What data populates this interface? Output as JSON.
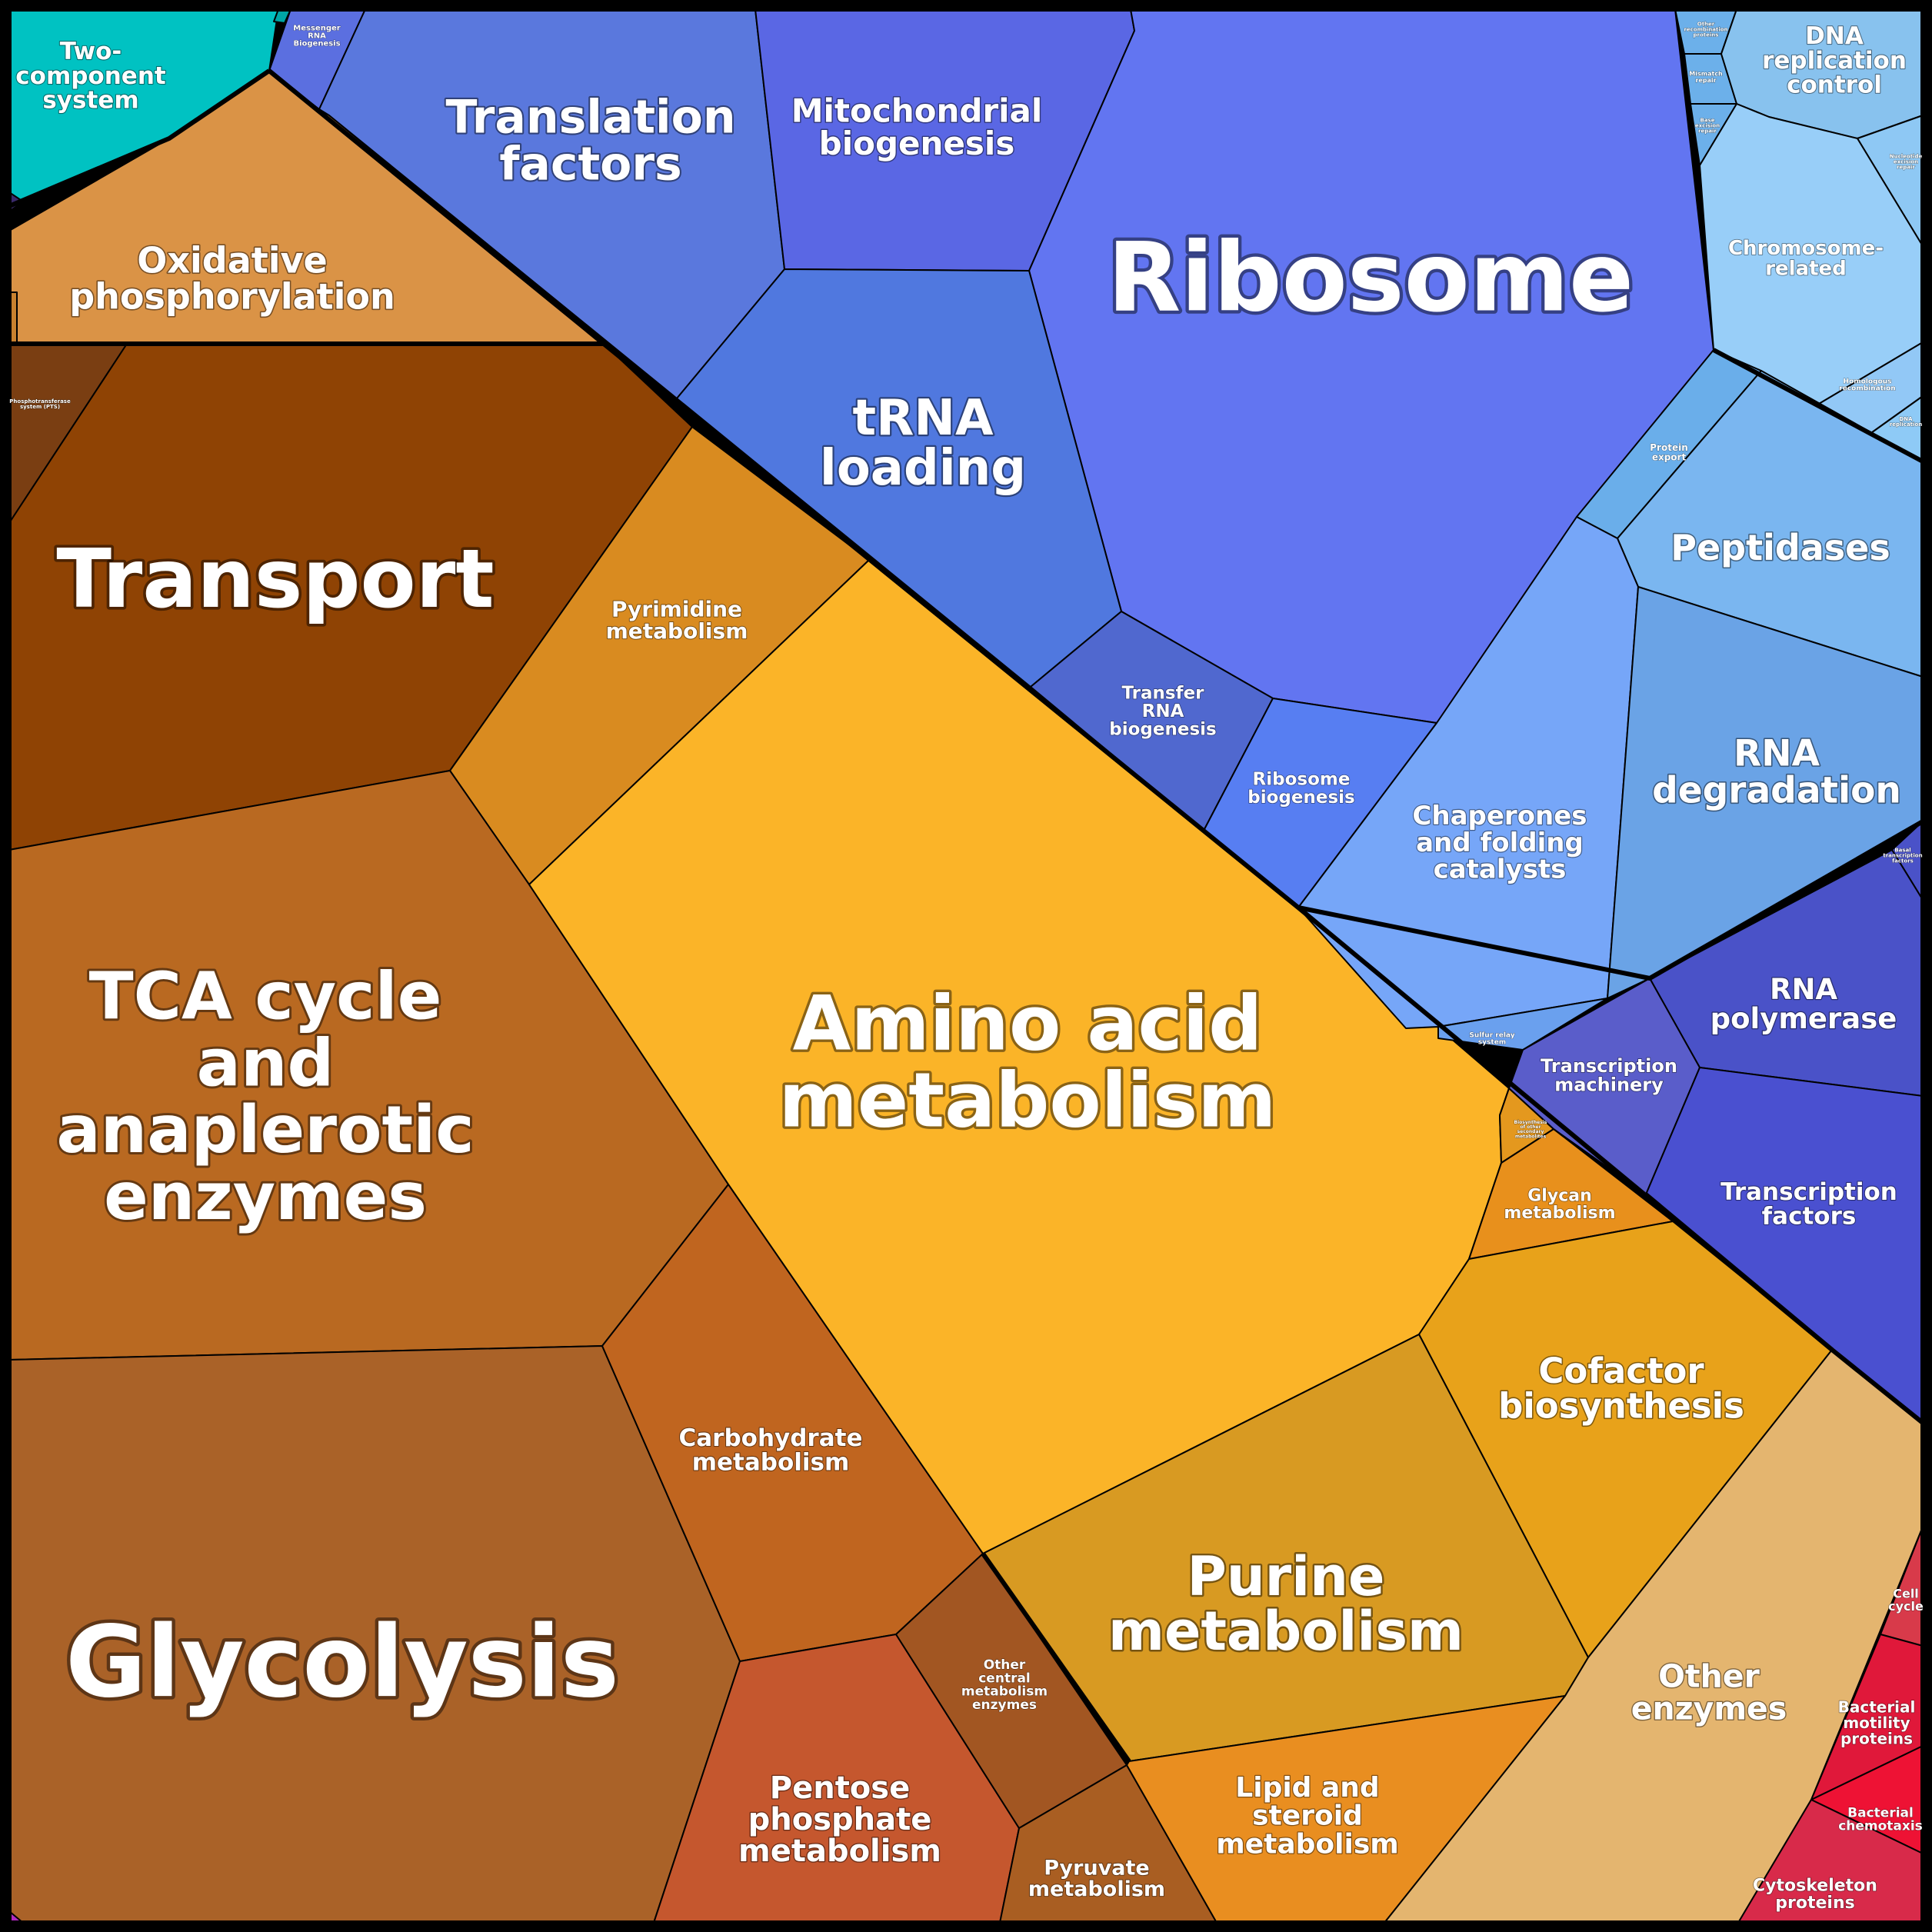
{
  "diagram": {
    "type": "voronoi-treemap",
    "colors": {
      "cyan": "#00C2C2",
      "brown_dark": "#7A3E12",
      "brown_transport": "#8F4304",
      "brown_tca": "#B96921",
      "brown_glycolysis": "#AA6228",
      "orange_ox": "#DA9346",
      "orange_pyrimidine": "#D98B20",
      "yellow_amino": "#FBB428",
      "blue_translation": "#5A78DD",
      "blue_mito": "#5A67E4",
      "blue_ribosome": "#6275F1",
      "blue_trna": "#5078DF",
      "light_blue": "#88C2EE",
      "pink_red": "#E0223F"
    },
    "regions": [
      {
        "key": "two_component",
        "label": "Two-\ncomponent\nsystem"
      },
      {
        "key": "messenger_rna",
        "label": "Messenger\nRNA\nBiogenesis"
      },
      {
        "key": "translation_factors",
        "label": "Translation\nfactors"
      },
      {
        "key": "mitochondrial",
        "label": "Mitochondrial\nbiogenesis"
      },
      {
        "key": "ribosome",
        "label": "Ribosome"
      },
      {
        "key": "trna_loading",
        "label": "tRNA\nloading"
      },
      {
        "key": "transfer_rna",
        "label": "Transfer\nRNA\nbiogenesis"
      },
      {
        "key": "ribosome_biogenesis",
        "label": "Ribosome\nbiogenesis"
      },
      {
        "key": "dna_replication_control",
        "label": "DNA\nreplication\ncontrol"
      },
      {
        "key": "chromosome_related",
        "label": "Chromosome-\nrelated"
      },
      {
        "key": "mismatch_repair",
        "label": "Mismatch\nrepair"
      },
      {
        "key": "base_excision",
        "label": "Base\nexcision\nrepair"
      },
      {
        "key": "nucleotide_excision",
        "label": "Nucleotide\nexcision\nrepair"
      },
      {
        "key": "homologous_recombination",
        "label": "Homologous\nrecombination"
      },
      {
        "key": "dna_replication",
        "label": "DNA\nreplication"
      },
      {
        "key": "other_recombination",
        "label": "Other\nrecombination\nproteins"
      },
      {
        "key": "protein_export",
        "label": "Protein\nexport"
      },
      {
        "key": "peptidases",
        "label": "Peptidases"
      },
      {
        "key": "chaperones",
        "label": "Chaperones\nand folding\ncatalysts"
      },
      {
        "key": "rna_degradation",
        "label": "RNA\ndegradation"
      },
      {
        "key": "sulfur_relay",
        "label": "Sulfur relay\nsystem"
      },
      {
        "key": "basal_transcription",
        "label": "Basal\ntranscription\nfactors"
      },
      {
        "key": "rna_polymerase",
        "label": "RNA\npolymerase"
      },
      {
        "key": "transcription_machinery",
        "label": "Transcription\nmachinery"
      },
      {
        "key": "transcription_factors",
        "label": "Transcription\nfactors"
      },
      {
        "key": "oxidative_phosphorylation",
        "label": "Oxidative\nphosphorylation"
      },
      {
        "key": "phosphotransferase",
        "label": "Phosphotransferase\nsystem (PTS)"
      },
      {
        "key": "transport",
        "label": "Transport"
      },
      {
        "key": "pyrimidine",
        "label": "Pyrimidine\nmetabolism"
      },
      {
        "key": "amino_acid",
        "label": "Amino acid\nmetabolism"
      },
      {
        "key": "tca_cycle",
        "label": "TCA cycle\nand\nanaplerotic\nenzymes"
      },
      {
        "key": "glycolysis",
        "label": "Glycolysis"
      },
      {
        "key": "carbohydrate",
        "label": "Carbohydrate\nmetabolism"
      },
      {
        "key": "pentose_phosphate",
        "label": "Pentose\nphosphate\nmetabolism"
      },
      {
        "key": "other_central",
        "label": "Other\ncentral\nmetabolism\nenzymes"
      },
      {
        "key": "pyruvate",
        "label": "Pyruvate\nmetabolism"
      },
      {
        "key": "purine",
        "label": "Purine\nmetabolism"
      },
      {
        "key": "lipid_steroid",
        "label": "Lipid and\nsteroid\nmetabolism"
      },
      {
        "key": "cofactor",
        "label": "Cofactor\nbiosynthesis"
      },
      {
        "key": "glycan",
        "label": "Glycan\nmetabolism"
      },
      {
        "key": "other_secondary",
        "label": "Biosynthesis\nof other\nsecondary\nmetabolites"
      },
      {
        "key": "other_enzymes",
        "label": "Other\nenzymes"
      },
      {
        "key": "cell_cycle",
        "label": "Cell\ncycle"
      },
      {
        "key": "bacterial_motility",
        "label": "Bacterial\nmotility\nproteins"
      },
      {
        "key": "bacterial_chemotaxis",
        "label": "Bacterial\nchemotaxis"
      },
      {
        "key": "cytoskeleton",
        "label": "Cytoskeleton\nproteins"
      }
    ]
  }
}
